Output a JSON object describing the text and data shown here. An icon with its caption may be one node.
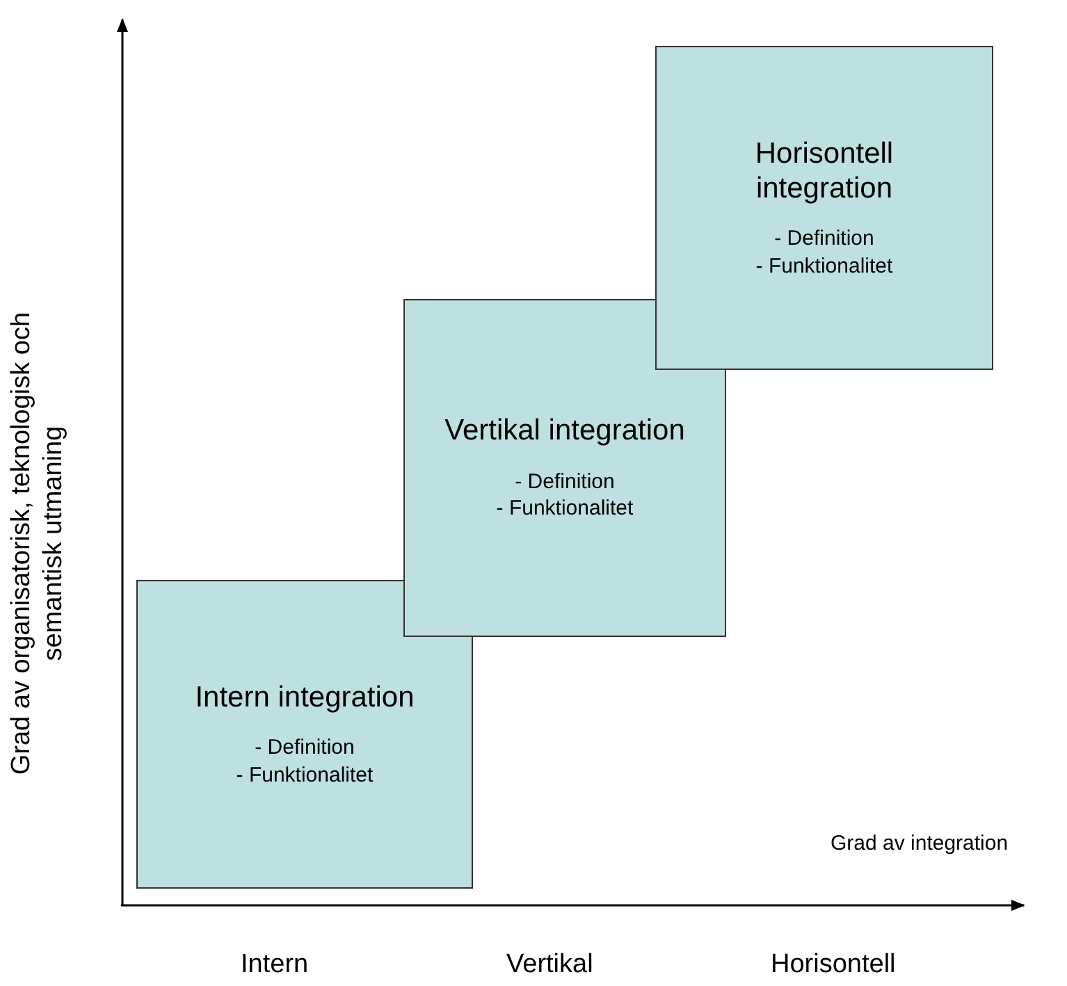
{
  "diagram": {
    "nodes": [
      {
        "text": [
          "Intern integration",
          "- Definition",
          "- Funktionalitet"
        ]
      },
      {
        "text": [
          "Vertikal integration",
          "- Definition",
          "- Funktionalitet"
        ]
      },
      {
        "text": [
          "Horisontell integration",
          "- Definition",
          "- Funktionalitet"
        ]
      }
    ],
    "labels": [
      "Grad av organisatorisk, teknologisk och semantisk utmaning",
      "Grad av integration",
      "Intern",
      "Vertikal",
      "Horisontell"
    ]
  }
}
